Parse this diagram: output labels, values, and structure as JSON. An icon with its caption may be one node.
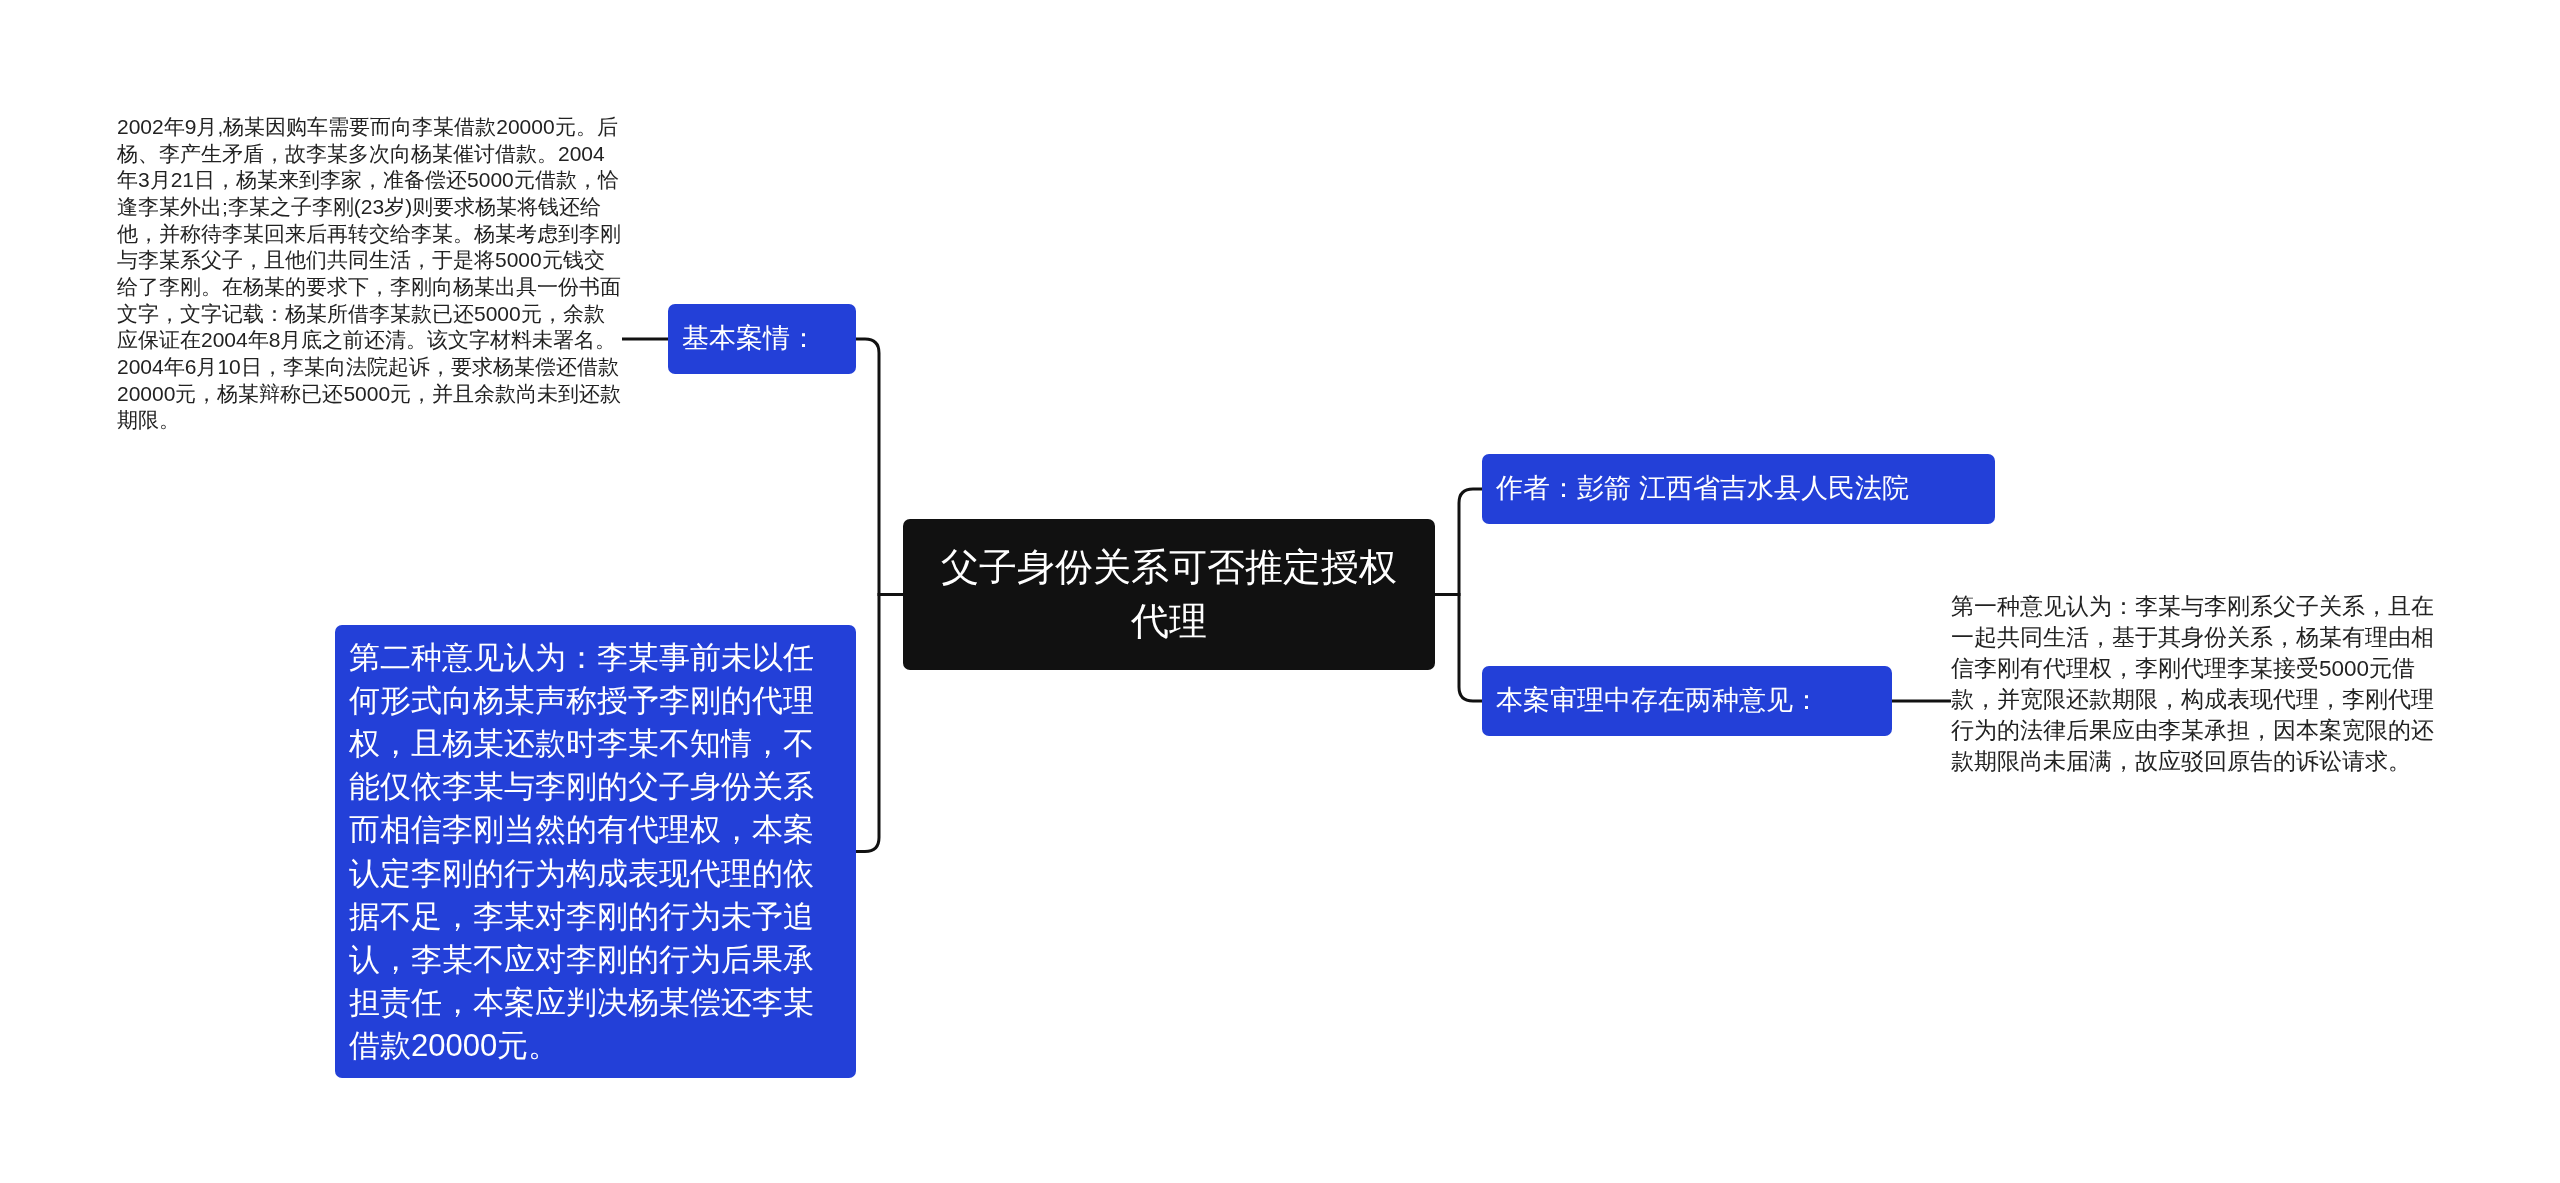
{
  "diagram": {
    "nodes": [
      {
        "text": [
          "父子身份关系可否推定授权代理"
        ]
      },
      {
        "text": [
          "基本案情："
        ]
      },
      {
        "text": [
          "2002年9月,杨某因购车需要而向李某借款20000元。后杨、李产生矛盾，故李某多次向杨某催讨借款。2004年3月21日，杨某来到李家，准备偿还5000元借款，恰逢李某外出;李某之子李刚(23岁)则要求杨某将钱还给他，并称待李某回来后再转交给李某。杨某考虑到李刚与李某系父子，且他们共同生活，于是将5000元钱交给了李刚。在杨某的要求下，李刚向杨某出具一份书面文字，文字记载：杨某所借李某款已还5000元，余款应保证在2004年8月底之前还清。该文字材料未署名。2004年6月10日，李某向法院起诉，要求杨某偿还借款20000元，杨某辩称已还5000元，并且余款尚未到还款期限。"
        ]
      },
      {
        "text": [
          "第二种意见认为：李某事前未以任何形式向杨某声称授予李刚的代理权，且杨某还款时李某不知情，不能仅依李某与李刚的父子身份关系而相信李刚当然的有代理权，本案认定李刚的行为构成表现代理的依据不足，李某对李刚的行为未予追认，李某不应对李刚的行为后果承担责任，本案应判决杨某偿还李某借款20000元。"
        ]
      },
      {
        "text": [
          "作者：彭箭 江西省吉水县人民法院"
        ]
      },
      {
        "text": [
          "本案审理中存在两种意见："
        ]
      },
      {
        "text": [
          "第一种意见认为：李某与李刚系父子关系，且在一起共同生活，基于其身份关系，杨某有理由相信李刚有代理权，李刚代理李某接受5000元借款，并宽限还款期限，构成表现代理，李刚代理行为的法律后果应由李某承担，因本案宽限的还款期限尚未届满，故应驳回原告的诉讼请求。"
        ]
      }
    ],
    "edges": [
      {
        "from": 0,
        "to": 1,
        "arrow": "none"
      },
      {
        "from": 1,
        "to": 2,
        "arrow": "none"
      },
      {
        "from": 0,
        "to": 3,
        "arrow": "none"
      },
      {
        "from": 0,
        "to": 4,
        "arrow": "none"
      },
      {
        "from": 0,
        "to": 5,
        "arrow": "none"
      },
      {
        "from": 5,
        "to": 6,
        "arrow": "none"
      }
    ]
  }
}
